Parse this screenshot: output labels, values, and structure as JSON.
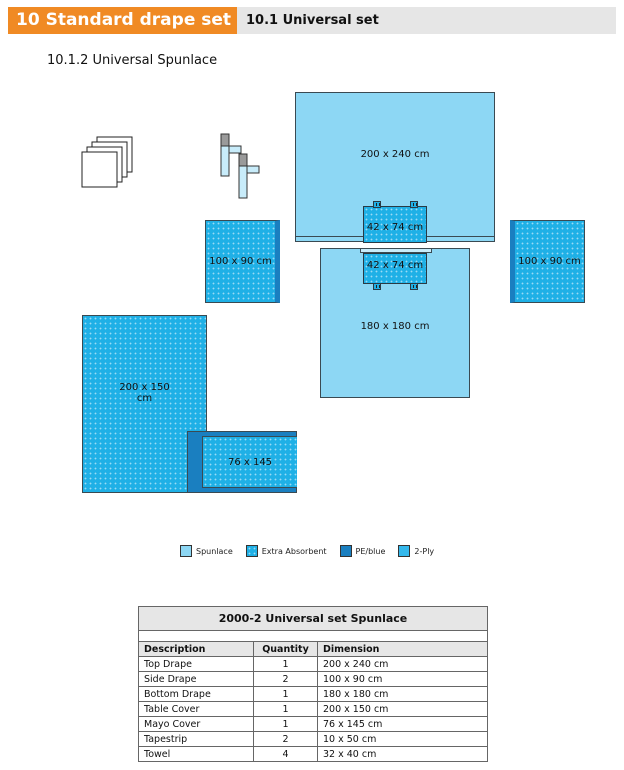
{
  "header": {
    "chapter": "10 Standard drape set",
    "section": "10.1 Universal set"
  },
  "subtitle": "10.1.2 Universal Spunlace",
  "diagram": {
    "labels": {
      "top_drape": "200 x 240 cm",
      "side_left": "100 x 90 cm",
      "side_right": "100 x 90 cm",
      "strip_top": "42 x 74 cm",
      "strip_bottom": "42 x 74 cm",
      "bottom_drape": "180 x 180 cm",
      "table_cover_line1": "200 x 150",
      "table_cover_line2": "cm",
      "mayo_cover": "76 x 145"
    }
  },
  "legend": [
    {
      "label": "Spunlace",
      "color": "#8dd7f4"
    },
    {
      "label": "Extra Absorbent",
      "color": "#1fb0e6"
    },
    {
      "label": "PE/blue",
      "color": "#1a7fc0"
    },
    {
      "label": "2-Ply",
      "color": "#34b8ec"
    }
  ],
  "table": {
    "title": "2000-2  Universal set Spunlace",
    "columns": [
      "Description",
      "Quantity",
      "Dimension"
    ],
    "rows": [
      [
        "Top Drape",
        "1",
        "200 x 240 cm"
      ],
      [
        "Side Drape",
        "2",
        "100 x 90 cm"
      ],
      [
        "Bottom Drape",
        "1",
        "180 x 180 cm"
      ],
      [
        "Table Cover",
        "1",
        "200 x 150 cm"
      ],
      [
        "Mayo Cover",
        "1",
        "76 x 145 cm"
      ],
      [
        "Tapestrip",
        "2",
        "10 x 50 cm"
      ],
      [
        "Towel",
        "4",
        "32 x 40 cm"
      ]
    ]
  }
}
